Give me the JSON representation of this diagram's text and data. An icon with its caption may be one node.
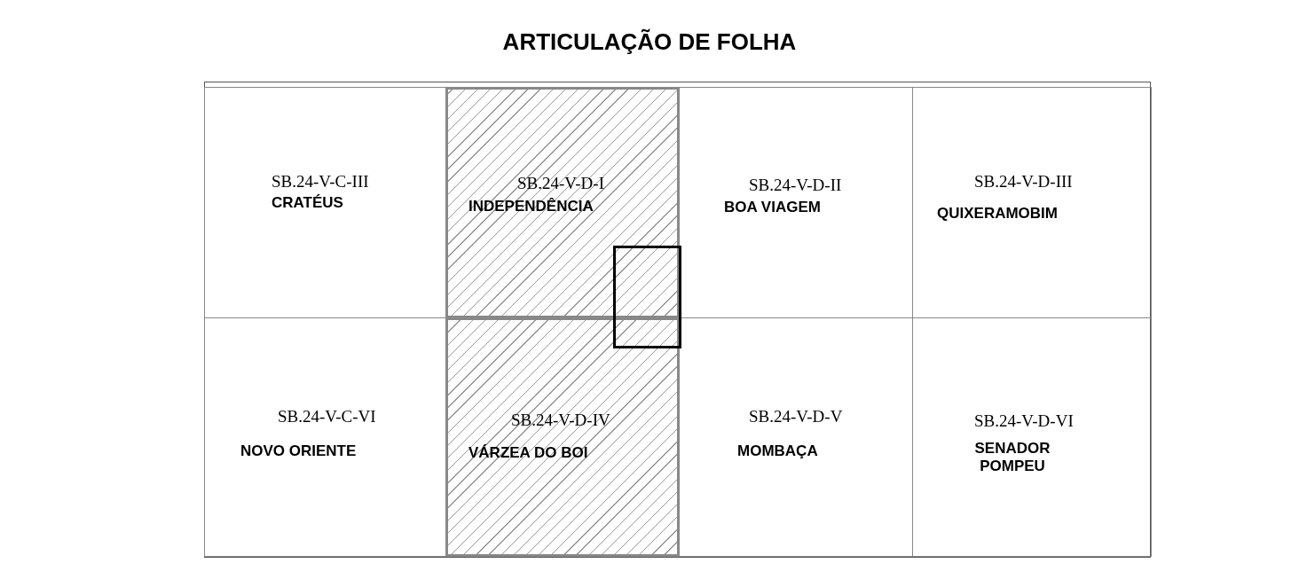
{
  "diagram": {
    "title": "ARTICULAÇÃO DE FOLHA",
    "nodes": [
      {
        "text": [
          "SB.24-V-C-III",
          "CRATÉUS"
        ]
      },
      {
        "text": [
          "SB.24-V-D-I",
          "INDEPENDÊNCIA"
        ]
      },
      {
        "text": [
          "SB.24-V-D-II",
          "BOA VIAGEM"
        ]
      },
      {
        "text": [
          "SB.24-V-D-III",
          "QUIXERAMOBIM"
        ]
      },
      {
        "text": [
          "SB.24-V-C-VI",
          "NOVO ORIENTE"
        ]
      },
      {
        "text": [
          "SB.24-V-D-IV",
          "VÁRZEA DO BOI"
        ]
      },
      {
        "text": [
          "SB.24-V-D-V",
          "MOMBAÇA"
        ]
      },
      {
        "text": [
          "SB.24-V-D-VI",
          "SENADOR POMPEU"
        ]
      },
      {
        "text": [],
        "shape": "box"
      }
    ],
    "edges": []
  }
}
